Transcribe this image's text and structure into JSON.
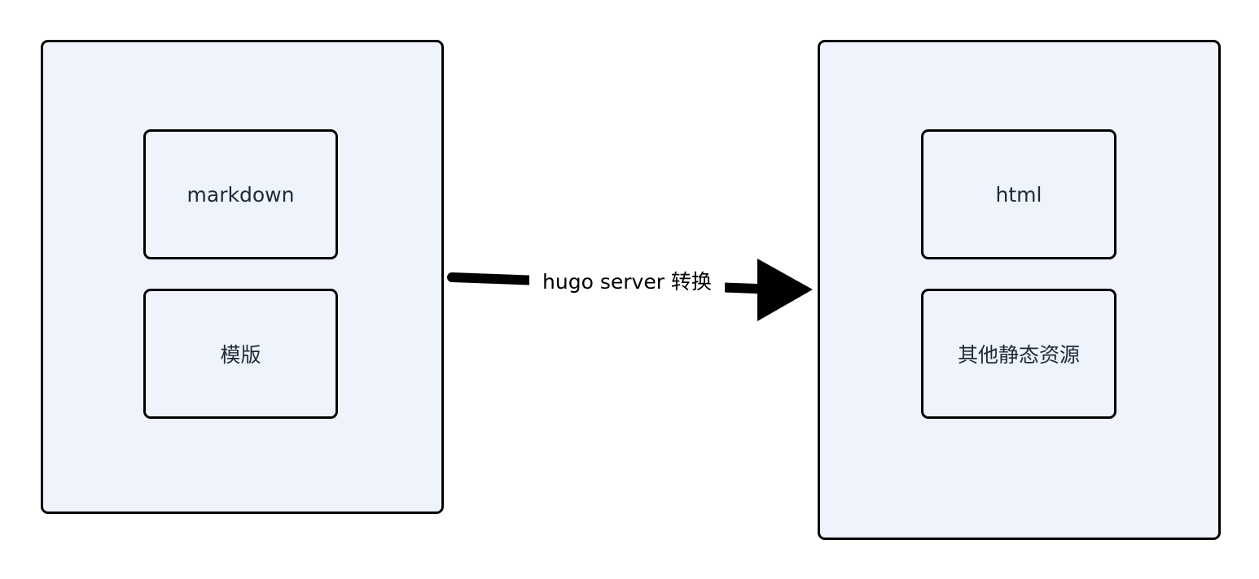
{
  "diagram": {
    "source_group": {
      "nodes": [
        {
          "label": "markdown"
        },
        {
          "label": "模版"
        }
      ]
    },
    "target_group": {
      "nodes": [
        {
          "label": "html"
        },
        {
          "label": "其他静态资源"
        }
      ]
    },
    "edge": {
      "label": "hugo server 转换"
    }
  },
  "colors": {
    "container_fill": "#eef3fc",
    "border": "#000000",
    "text": "#1f2937"
  }
}
